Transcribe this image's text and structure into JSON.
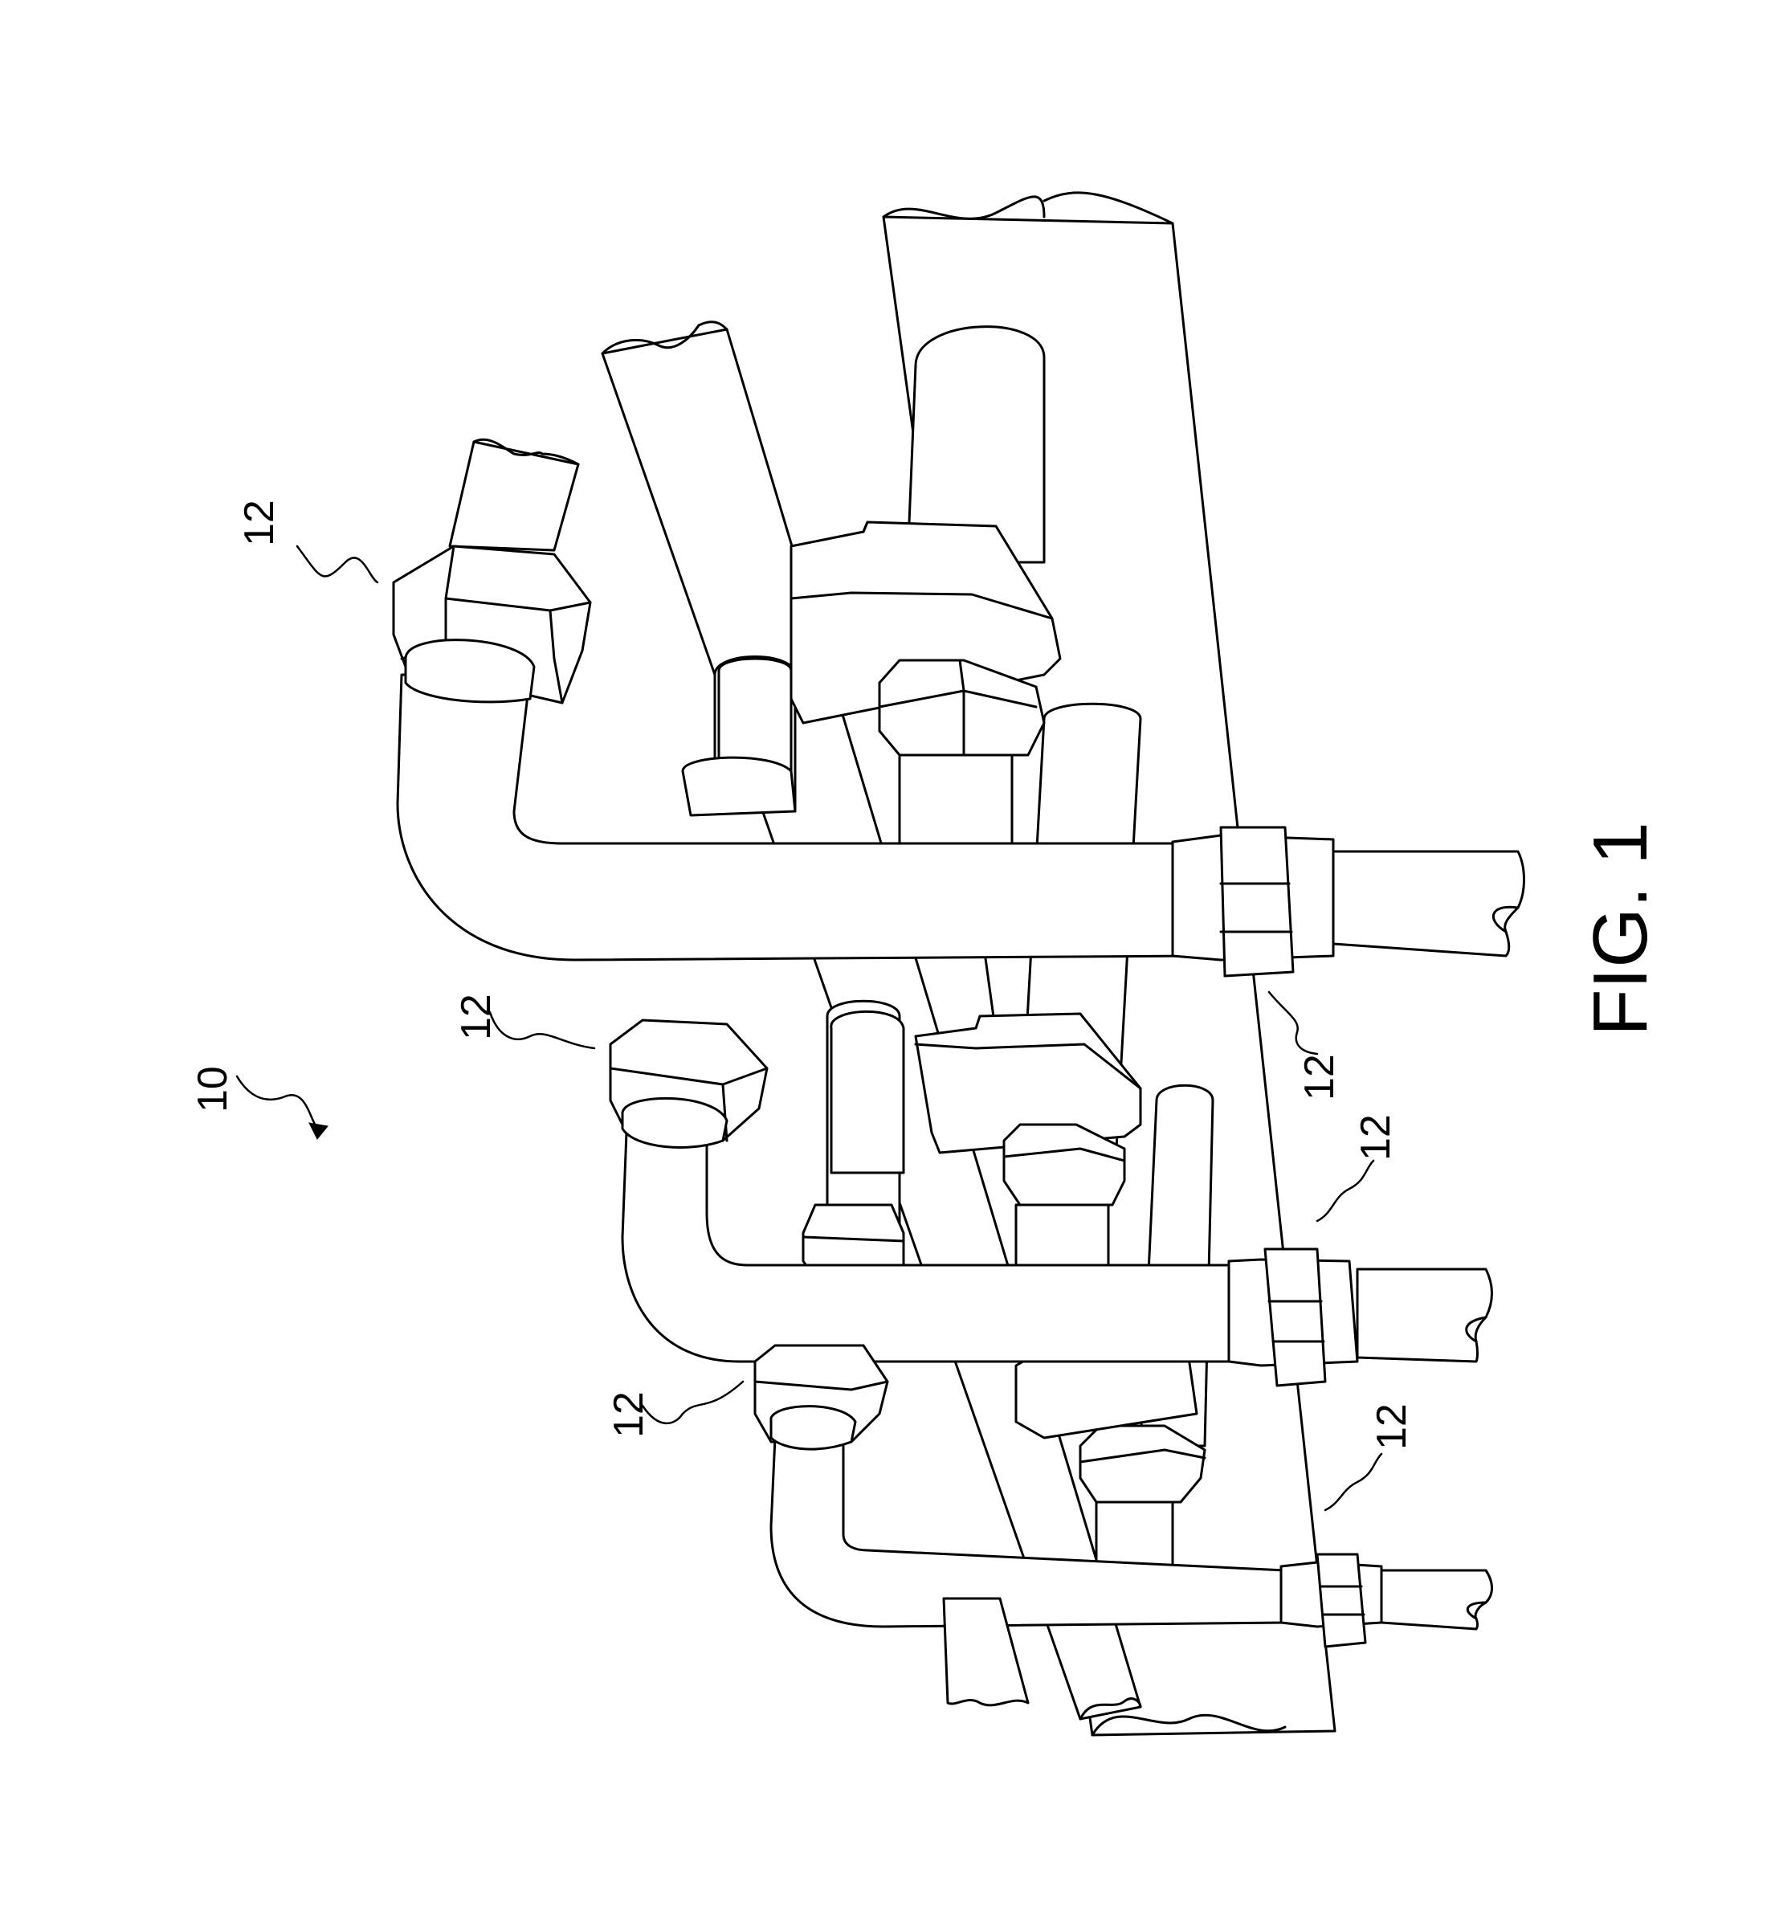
{
  "figure": {
    "caption": "FIG. 1",
    "ref_labels": {
      "assembly": "10",
      "fitting_label": "12"
    }
  },
  "colors": {
    "ink": "#000000",
    "paper": "#ffffff"
  }
}
